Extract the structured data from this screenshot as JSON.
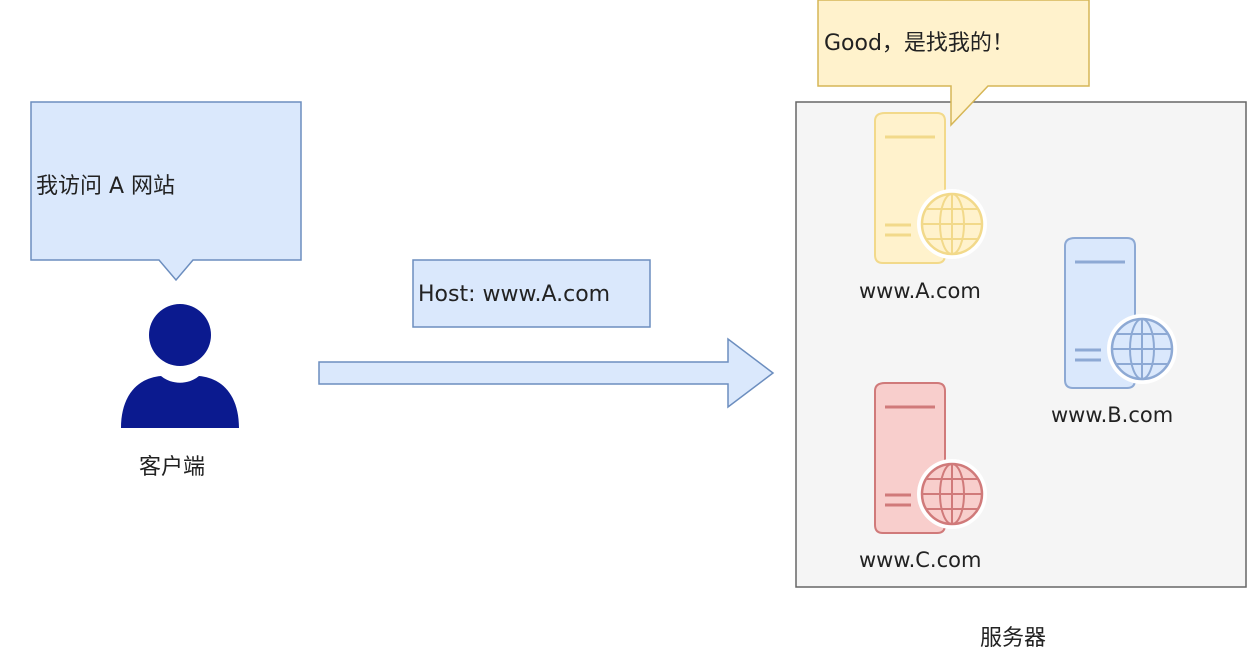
{
  "client": {
    "bubble_text": "我访问 A 网站",
    "label": "客户端"
  },
  "request": {
    "host_label": "Host: www.A.com"
  },
  "server": {
    "bubble_text": "Good，是找我的！",
    "group_label": "服务器",
    "hosts": [
      {
        "label": "www.A.com",
        "icon": "server-globe-icon",
        "color": "#f2d98a",
        "fill": "#fff2cc"
      },
      {
        "label": "www.B.com",
        "icon": "server-globe-icon",
        "color": "#8da9d4",
        "fill": "#dae8fc"
      },
      {
        "label": "www.C.com",
        "icon": "server-globe-icon",
        "color": "#d07a7a",
        "fill": "#f8cecc"
      }
    ]
  },
  "colors": {
    "client_bubble_fill": "#dae8fc",
    "client_bubble_stroke": "#6c8ebf",
    "server_bubble_fill": "#fff2cc",
    "server_bubble_stroke": "#d6b656",
    "user_icon": "#0b1a8f",
    "arrow_fill": "#dae8fc",
    "arrow_stroke": "#6c8ebf",
    "server_group_fill": "#f5f5f5",
    "server_group_stroke": "#666666"
  }
}
